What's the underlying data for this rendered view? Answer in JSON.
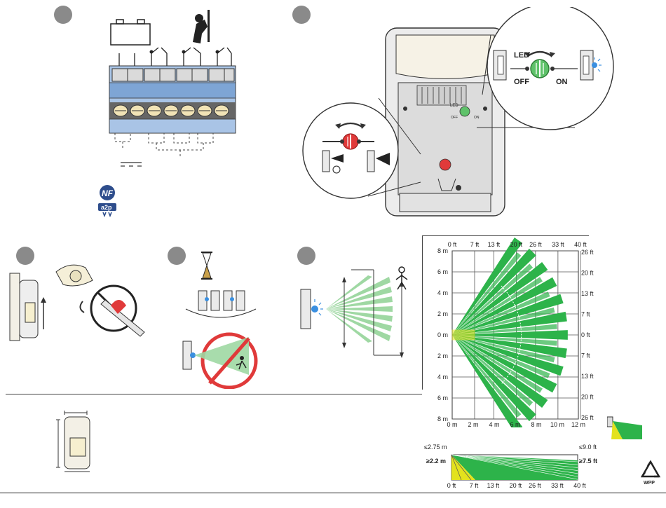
{
  "led_panel": {
    "led_label": "LED",
    "off_label": "OFF",
    "on_label": "ON",
    "small_led_label": "LED",
    "small_off_label": "OFF",
    "small_on_label": "ON"
  },
  "coverage_top": {
    "top_ticks_ft": [
      "0 ft",
      "7 ft",
      "13 ft",
      "20 ft",
      "26 ft",
      "33 ft",
      "40 ft"
    ],
    "left_ticks_m": [
      "8 m",
      "6 m",
      "4 m",
      "2 m",
      "0 m",
      "2 m",
      "4 m",
      "6 m",
      "8 m"
    ],
    "right_ticks_ft": [
      "26 ft",
      "20 ft",
      "13 ft",
      "7 ft",
      "0 ft",
      "7 ft",
      "13 ft",
      "20 ft",
      "26 ft"
    ],
    "bottom_ticks_m": [
      "0 m",
      "2 m",
      "4 m",
      "6 m",
      "8 m",
      "10 m",
      "12 m"
    ]
  },
  "coverage_side": {
    "height_max_m": "≤2.75 m",
    "height_min_m": "≥2.2 m",
    "height_max_ft": "≤9.0 ft",
    "height_min_ft": "≥7.5 ft",
    "bottom_ticks_ft": [
      "0 ft",
      "7 ft",
      "13 ft",
      "20 ft",
      "26 ft",
      "33 ft",
      "40 ft"
    ]
  },
  "certification": {
    "nf_text": "NF",
    "a2p_text": "a2p"
  },
  "recycle": {
    "label": "WPP"
  },
  "colors": {
    "zone_green": "#2db34a",
    "zone_light_green": "#9fd8a3",
    "zone_yellow": "#e3e21d",
    "led_green": "#5fc26a",
    "pot_red": "#e03a3a",
    "panel_blue": "#8fb3dc",
    "led_blue": "#3a8fe0"
  }
}
